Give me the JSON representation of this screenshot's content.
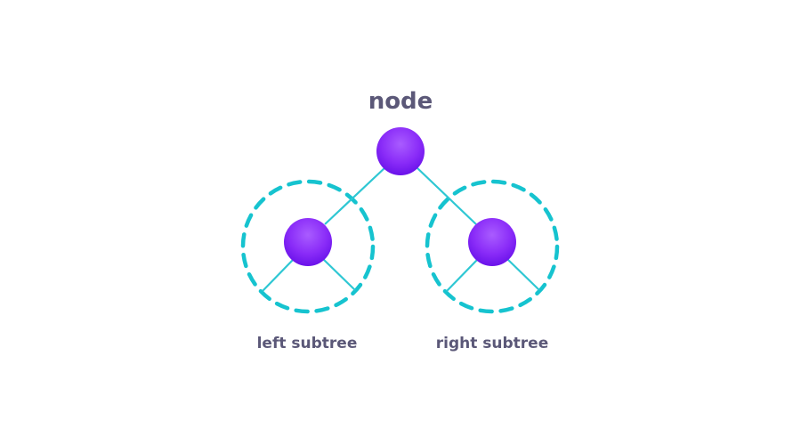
{
  "diagram": {
    "root_label": "node",
    "left_label": "left subtree",
    "right_label": "right subtree"
  },
  "colors": {
    "node_fill_top": "#9b4dff",
    "node_fill_bottom": "#6a12ea",
    "edge": "#2ec7d3",
    "dashed_circle": "#16c3cf",
    "label_text": "#5b5878"
  },
  "structure": {
    "root": "node",
    "children": [
      "left subtree",
      "right subtree"
    ]
  }
}
